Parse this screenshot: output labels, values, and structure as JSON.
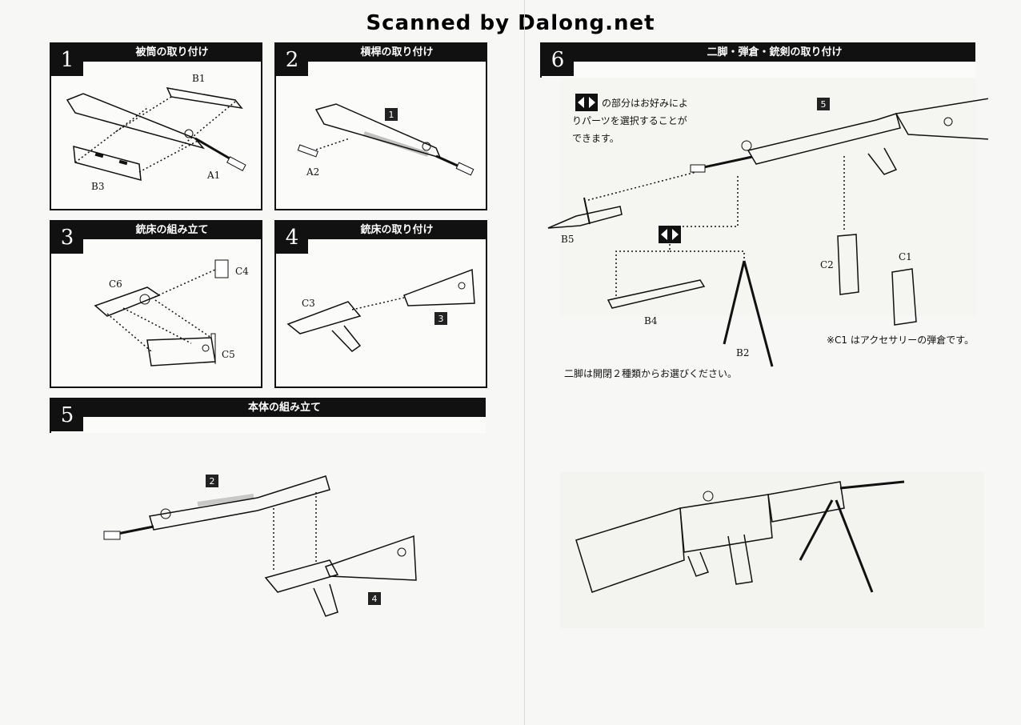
{
  "watermark": "Scanned by Dalong.net",
  "steps": [
    {
      "num": "1",
      "title": "被筒の取り付け",
      "labels": {
        "b1": "B1",
        "a1": "A1",
        "b3": "B3"
      }
    },
    {
      "num": "2",
      "title": "槓桿の取り付け",
      "labels": {
        "ref": "1",
        "a2": "A2"
      }
    },
    {
      "num": "3",
      "title": "銃床の組み立て",
      "labels": {
        "c6": "C6",
        "c4": "C4",
        "c5": "C5"
      }
    },
    {
      "num": "4",
      "title": "銃床の取り付け",
      "labels": {
        "c3": "C3",
        "ref": "3"
      }
    },
    {
      "num": "5",
      "title": "本体の組み立て",
      "labels": {
        "ref_upper": "2",
        "ref_lower": "4"
      }
    },
    {
      "num": "6",
      "title": "二脚・弾倉・銃剣の取り付け",
      "labels": {
        "ref": "5",
        "b5": "B5",
        "b4": "B4",
        "b2": "B2",
        "c2": "C2",
        "c1": "C1"
      }
    }
  ],
  "notes": {
    "option_line1": "の部分はお好みによ",
    "option_line2": "りパーツを選択することが",
    "option_line3": "できます。",
    "c1_note": "※C1 はアクセサリーの弾倉です。",
    "bipod_note": "二脚は開閉２種類からお選びください。"
  }
}
